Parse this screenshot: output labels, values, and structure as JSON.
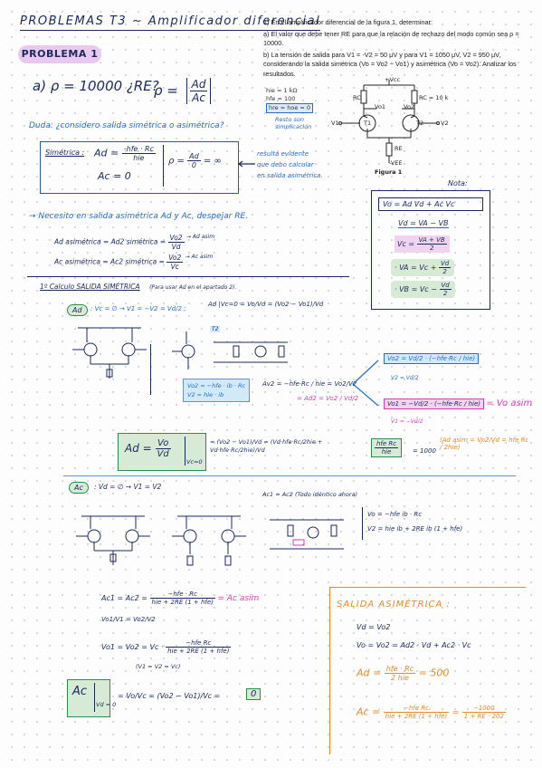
{
  "header": {
    "title": "PROBLEMAS T3 ~ Amplificador diferencial",
    "badge": "PROBLEMA 1"
  },
  "statement": {
    "intro": "1) En el amplificador diferencial de la figura 1, determinar:",
    "a": "a) El valor que debe tener RE para que la relación de rechazo del modo común sea ρ = 10000.",
    "b": "b) La tensión de salida para V1 = -V2 = 50 μV y para V1 = 1050 μV, V2 = 950 μV, considerando la salida simétrica (Vo = Vo2 − Vo1) y asimétrica (Vo = Vo2). Analizar los resultados.",
    "params": [
      "hie = 1 kΩ",
      "hfe = 100",
      "hre = hoe = 0"
    ],
    "params_note": "Resto son simplicación",
    "figure_label": "Figura 1",
    "circuit_labels": {
      "vcc": "+Vcc",
      "rc_left": "RC",
      "rc_right": "RC = 10 k",
      "vo1": "Vo1",
      "vo2": "Vo2",
      "t1": "T1",
      "t2": "T2",
      "v1": "V1",
      "v2": "V2",
      "re": "RE",
      "vee": "-VEE"
    }
  },
  "part_a": {
    "question": "a) ρ = 10000 ¿RE?",
    "rho_lhs": "ρ =",
    "rho_num": "Ad",
    "rho_den": "Ac",
    "doubt": "Duda: ¿considero salida simétrica o asimétrica?",
    "sym_label": "Simétrica :",
    "ad_lhs": "Ad =",
    "ad_num": "-hfe · Rc",
    "ad_den": "hie",
    "ac_line": "Ac = 0",
    "rho_inf_lhs": "ρ =",
    "rho_inf_num": "Ad",
    "rho_inf_den": "0",
    "rho_inf_rhs": "= ∞",
    "side_note": [
      "resulta evidente",
      "que debo calcular",
      "en salida asimétrica."
    ],
    "need_line": "→ Necesito en salida asimétrica  Ad y Ac, despejar RE.",
    "ad_asym_lhs": "Ad asimétrica  = Ad2 simétrica =",
    "ad_asym_num": "Vo2",
    "ad_asym_den": "Vd",
    "ad_asym_tag": "→ Ad asim",
    "ac_asym_lhs": "Ac asimétrica = Ac2 simétrica =",
    "ac_asym_num": "Vo2",
    "ac_asym_den": "Vc",
    "ac_asym_tag": "→ Ac asim"
  },
  "nota": {
    "title": "Nota:",
    "vo": "Vo = Ad Vd + Ac Vc",
    "vd": "Vd = VA − VB",
    "vc_lhs": "Vc =",
    "vc_num": "VA + VB",
    "vc_den": "2",
    "va_lhs": "· VA = Vc +",
    "va_num": "Vd",
    "va_den": "2",
    "vb_lhs": "· VB = Vc −",
    "vb_num": "Vd",
    "vb_den": "2"
  },
  "symmetric_calc": {
    "heading": "1º Calculo SALIDA SIMÉTRICA",
    "heading_note": "(Para usar Ad en el apartado 2).",
    "ad_tag": "Ad",
    "ad_cond": ": Vc = ∅ → V1 = −V2 = Vd/2 ;",
    "ad_expr": "Ad |Vc=0 = Vo/Vd = (Vo2 − Vo1)/Vd",
    "t2_tag": "T2",
    "note_lines": [
      "Vo2 = −hfe · ib · Rc",
      "V2 = hie · ib"
    ],
    "av2": "Av2 = −hfe·Rc / hie = Vo2/V2",
    "av2_b": "= Ad2 = Vo2 / Vd/2",
    "vo2_box": "Vo2 = Vd/2 · (−hfe·Rc / hie)",
    "vo2_sub": "V2 = Vd/2",
    "vo1_box": "Vo1 = −Vd/2 · (−hfe·Rc / hie)",
    "vo1_sub": "V1 = −Vd/2",
    "vo1_tag": "= Vo asim",
    "ad_final_lhs": "Ad =",
    "ad_final_num": "Vo",
    "ad_final_den": "Vd",
    "ad_final_sub": "Vc=0",
    "ad_final_mid": "= (Vo2 − Vo1)/Vd = (Vd·hfe·Rc/2hie + Vd·hfe·Rc/2hie)/Vd",
    "ad_final_num2": "hfe Rc",
    "ad_final_den2": "hie",
    "ad_final_val": "= 1000",
    "ad_asim_note": "(Ad asim = Vo2/Vd = hfe Rc / 2hie)"
  },
  "common_mode": {
    "ac_tag": "Ac",
    "cond": ": Vd = ∅ → V1 = V2",
    "ac_note": "Ac1 = Ac2 (Todo idéntico ahora)",
    "eq_vo": "Vo = −hfe ib · Rc",
    "eq_v2": "V2 = hie ib + 2RE ib (1 + hfe)",
    "ac1_lhs": "Ac1 = Ac2 =",
    "ac1_num": "−hfe · Rc",
    "ac1_den": "hie + 2RE (1 + hfe)",
    "ac1_tag": "= Ac asim",
    "ratio_lhs": "Vo1/V1 = Vo2/V2",
    "vo1_lhs": "Vo1 = Vo2 = Vc ·",
    "vo1_num": "−hfe Rc",
    "vo1_den": "hie + 2RE (1 + hfe)",
    "vo1_cond": "(V1 = V2 = Vc)",
    "ac_final_lhs": "Ac",
    "ac_final_sub": "Vd = 0",
    "ac_final_mid": "= Vo/Vc = (Vo2 − Vo1)/Vc =",
    "ac_final_val": "0"
  },
  "asym_box": {
    "title": "SALIDA ASIMÉTRICA :",
    "l1": "Vd = Vo2",
    "l2": "Vo = Vo2 = Ad2 · Vd + Ac2 · Vc",
    "ad_lhs": "Ad =",
    "ad_num": "hfe · Rc",
    "ad_den": "2 hie",
    "ad_val": "= 500",
    "ac_lhs": "Ac =",
    "ac_num": "−hfe Rc",
    "ac_den": "hie + 2RE (1 + hfe)",
    "ac_rhs_num": "−1000",
    "ac_rhs_den": "1 + RE · 202"
  }
}
